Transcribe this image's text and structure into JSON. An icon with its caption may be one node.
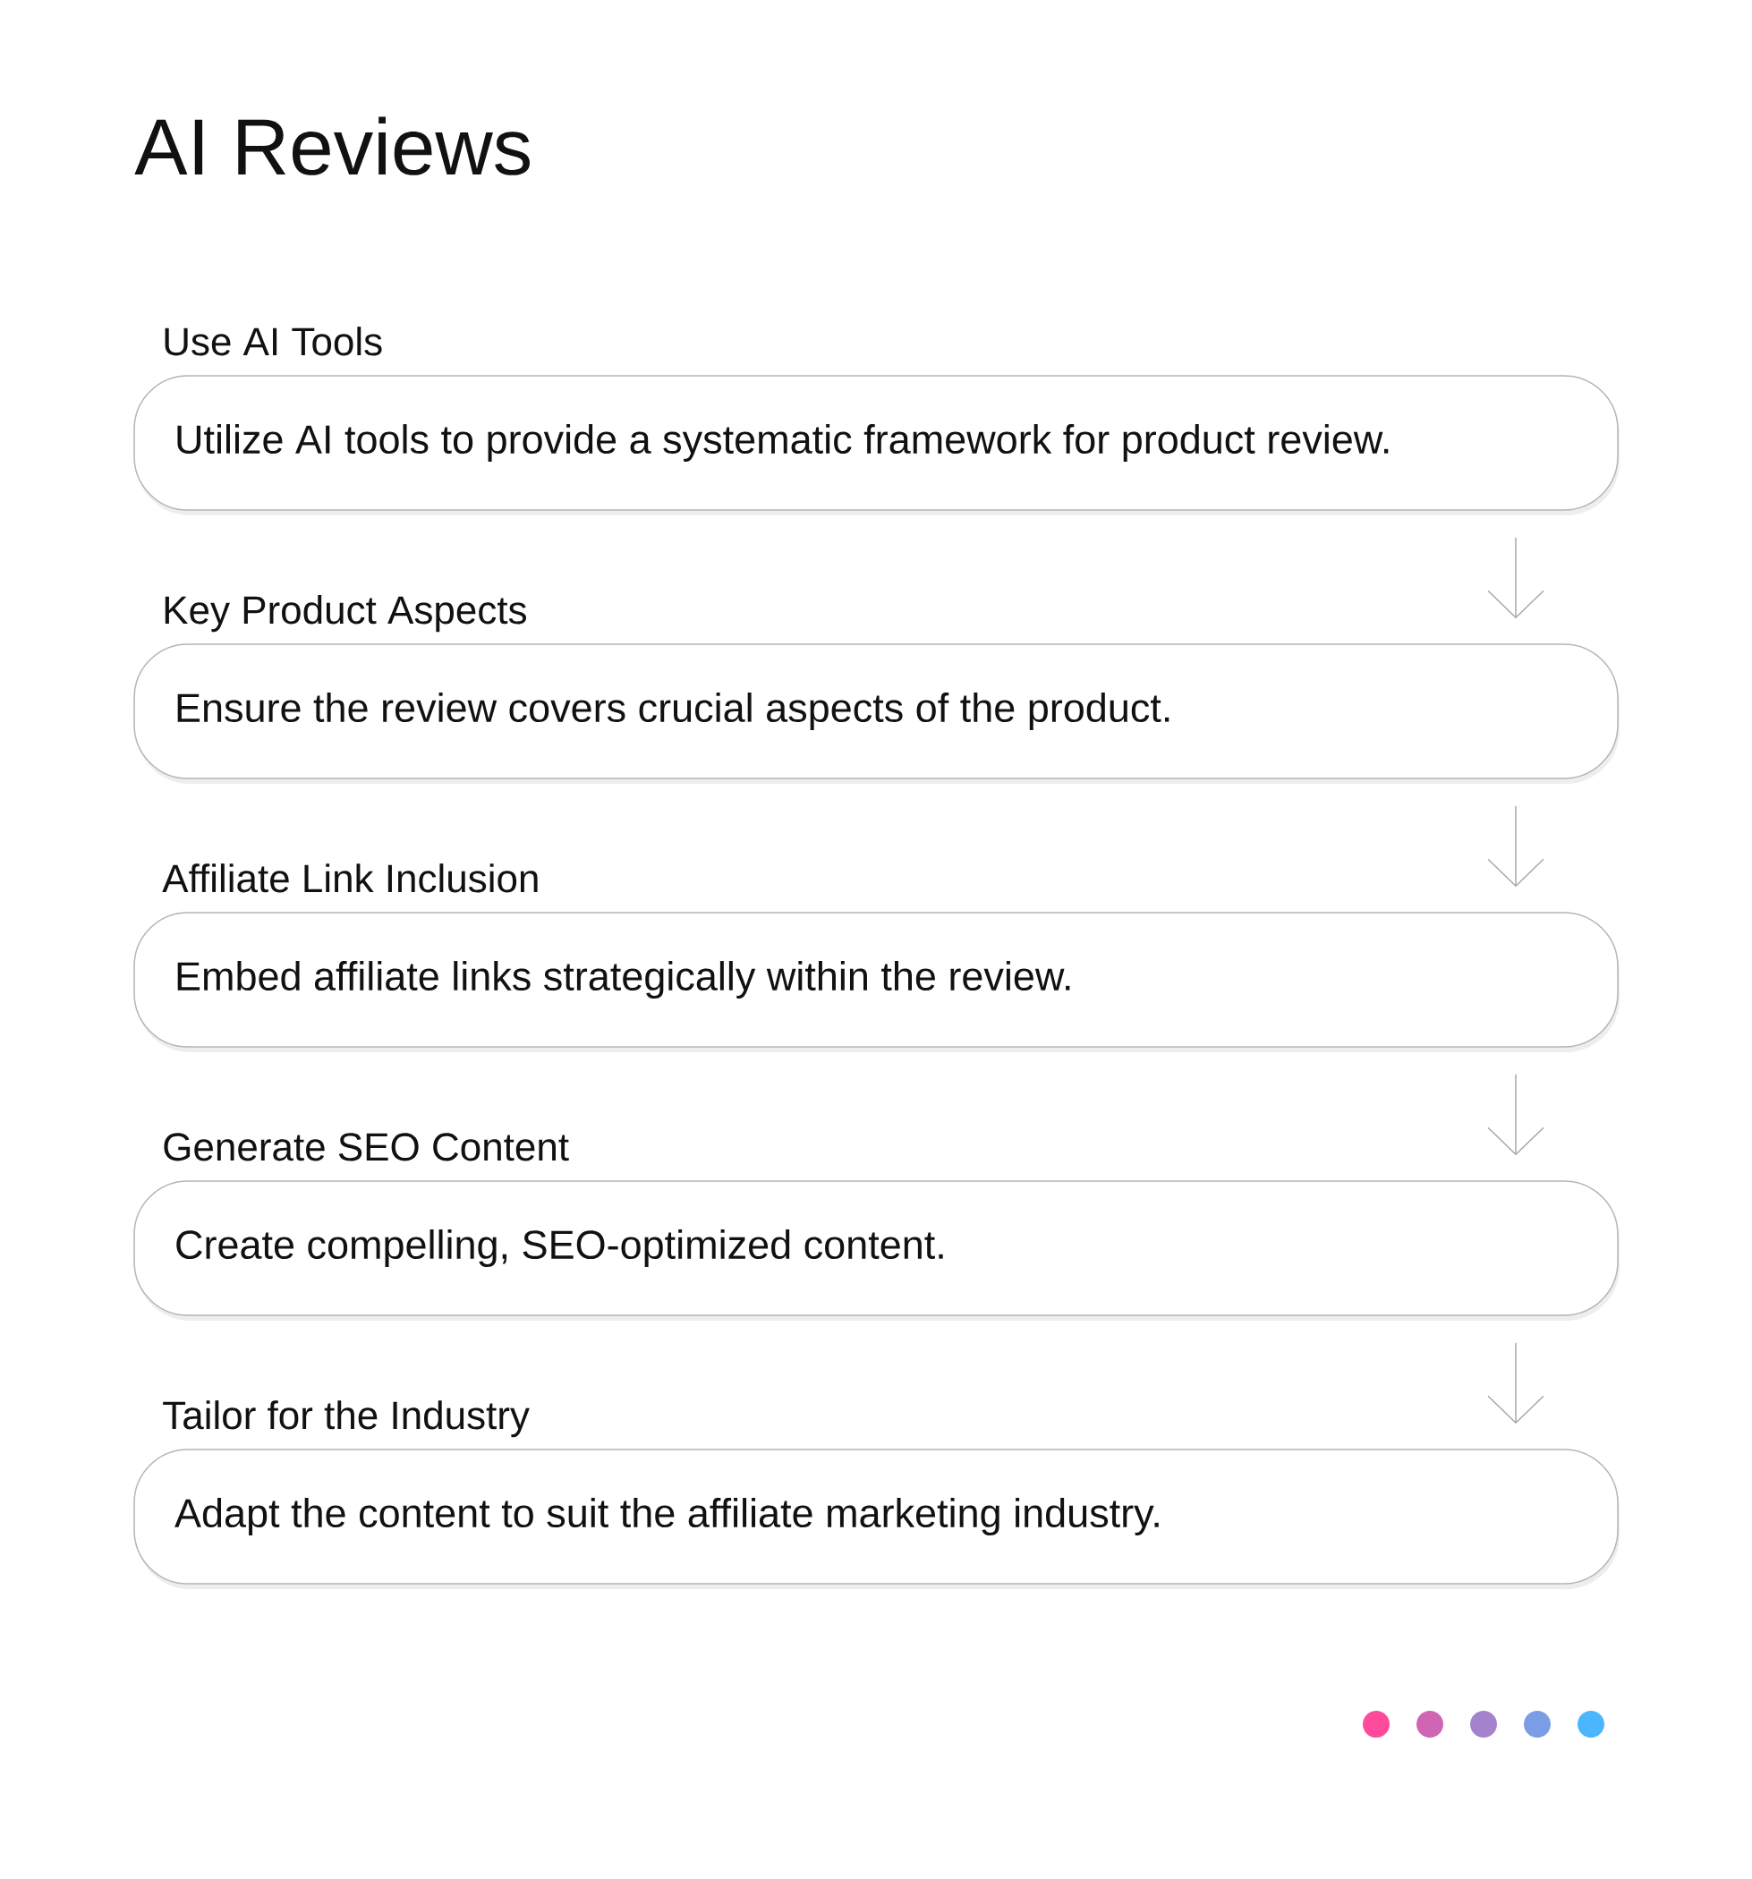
{
  "diagram": {
    "title": "AI Reviews",
    "nodes": [
      {
        "text": [
          "Use AI Tools",
          "Utilize AI tools to provide a systematic framework for product review."
        ]
      },
      {
        "text": [
          "Key Product Aspects",
          "Ensure the review covers crucial aspects of the product."
        ]
      },
      {
        "text": [
          "Affiliate Link Inclusion",
          "Embed affiliate links strategically within the review."
        ]
      },
      {
        "text": [
          "Generate SEO Content",
          "Create compelling, SEO-optimized content."
        ]
      },
      {
        "text": [
          "Tailor for the Industry",
          "Adapt the content to suit the affiliate marketing industry."
        ]
      }
    ],
    "edges": [
      {
        "from": 0,
        "to": 1,
        "arrow": "to"
      },
      {
        "from": 1,
        "to": 2,
        "arrow": "to"
      },
      {
        "from": 2,
        "to": 3,
        "arrow": "to"
      },
      {
        "from": 3,
        "to": 4,
        "arrow": "to"
      }
    ]
  }
}
